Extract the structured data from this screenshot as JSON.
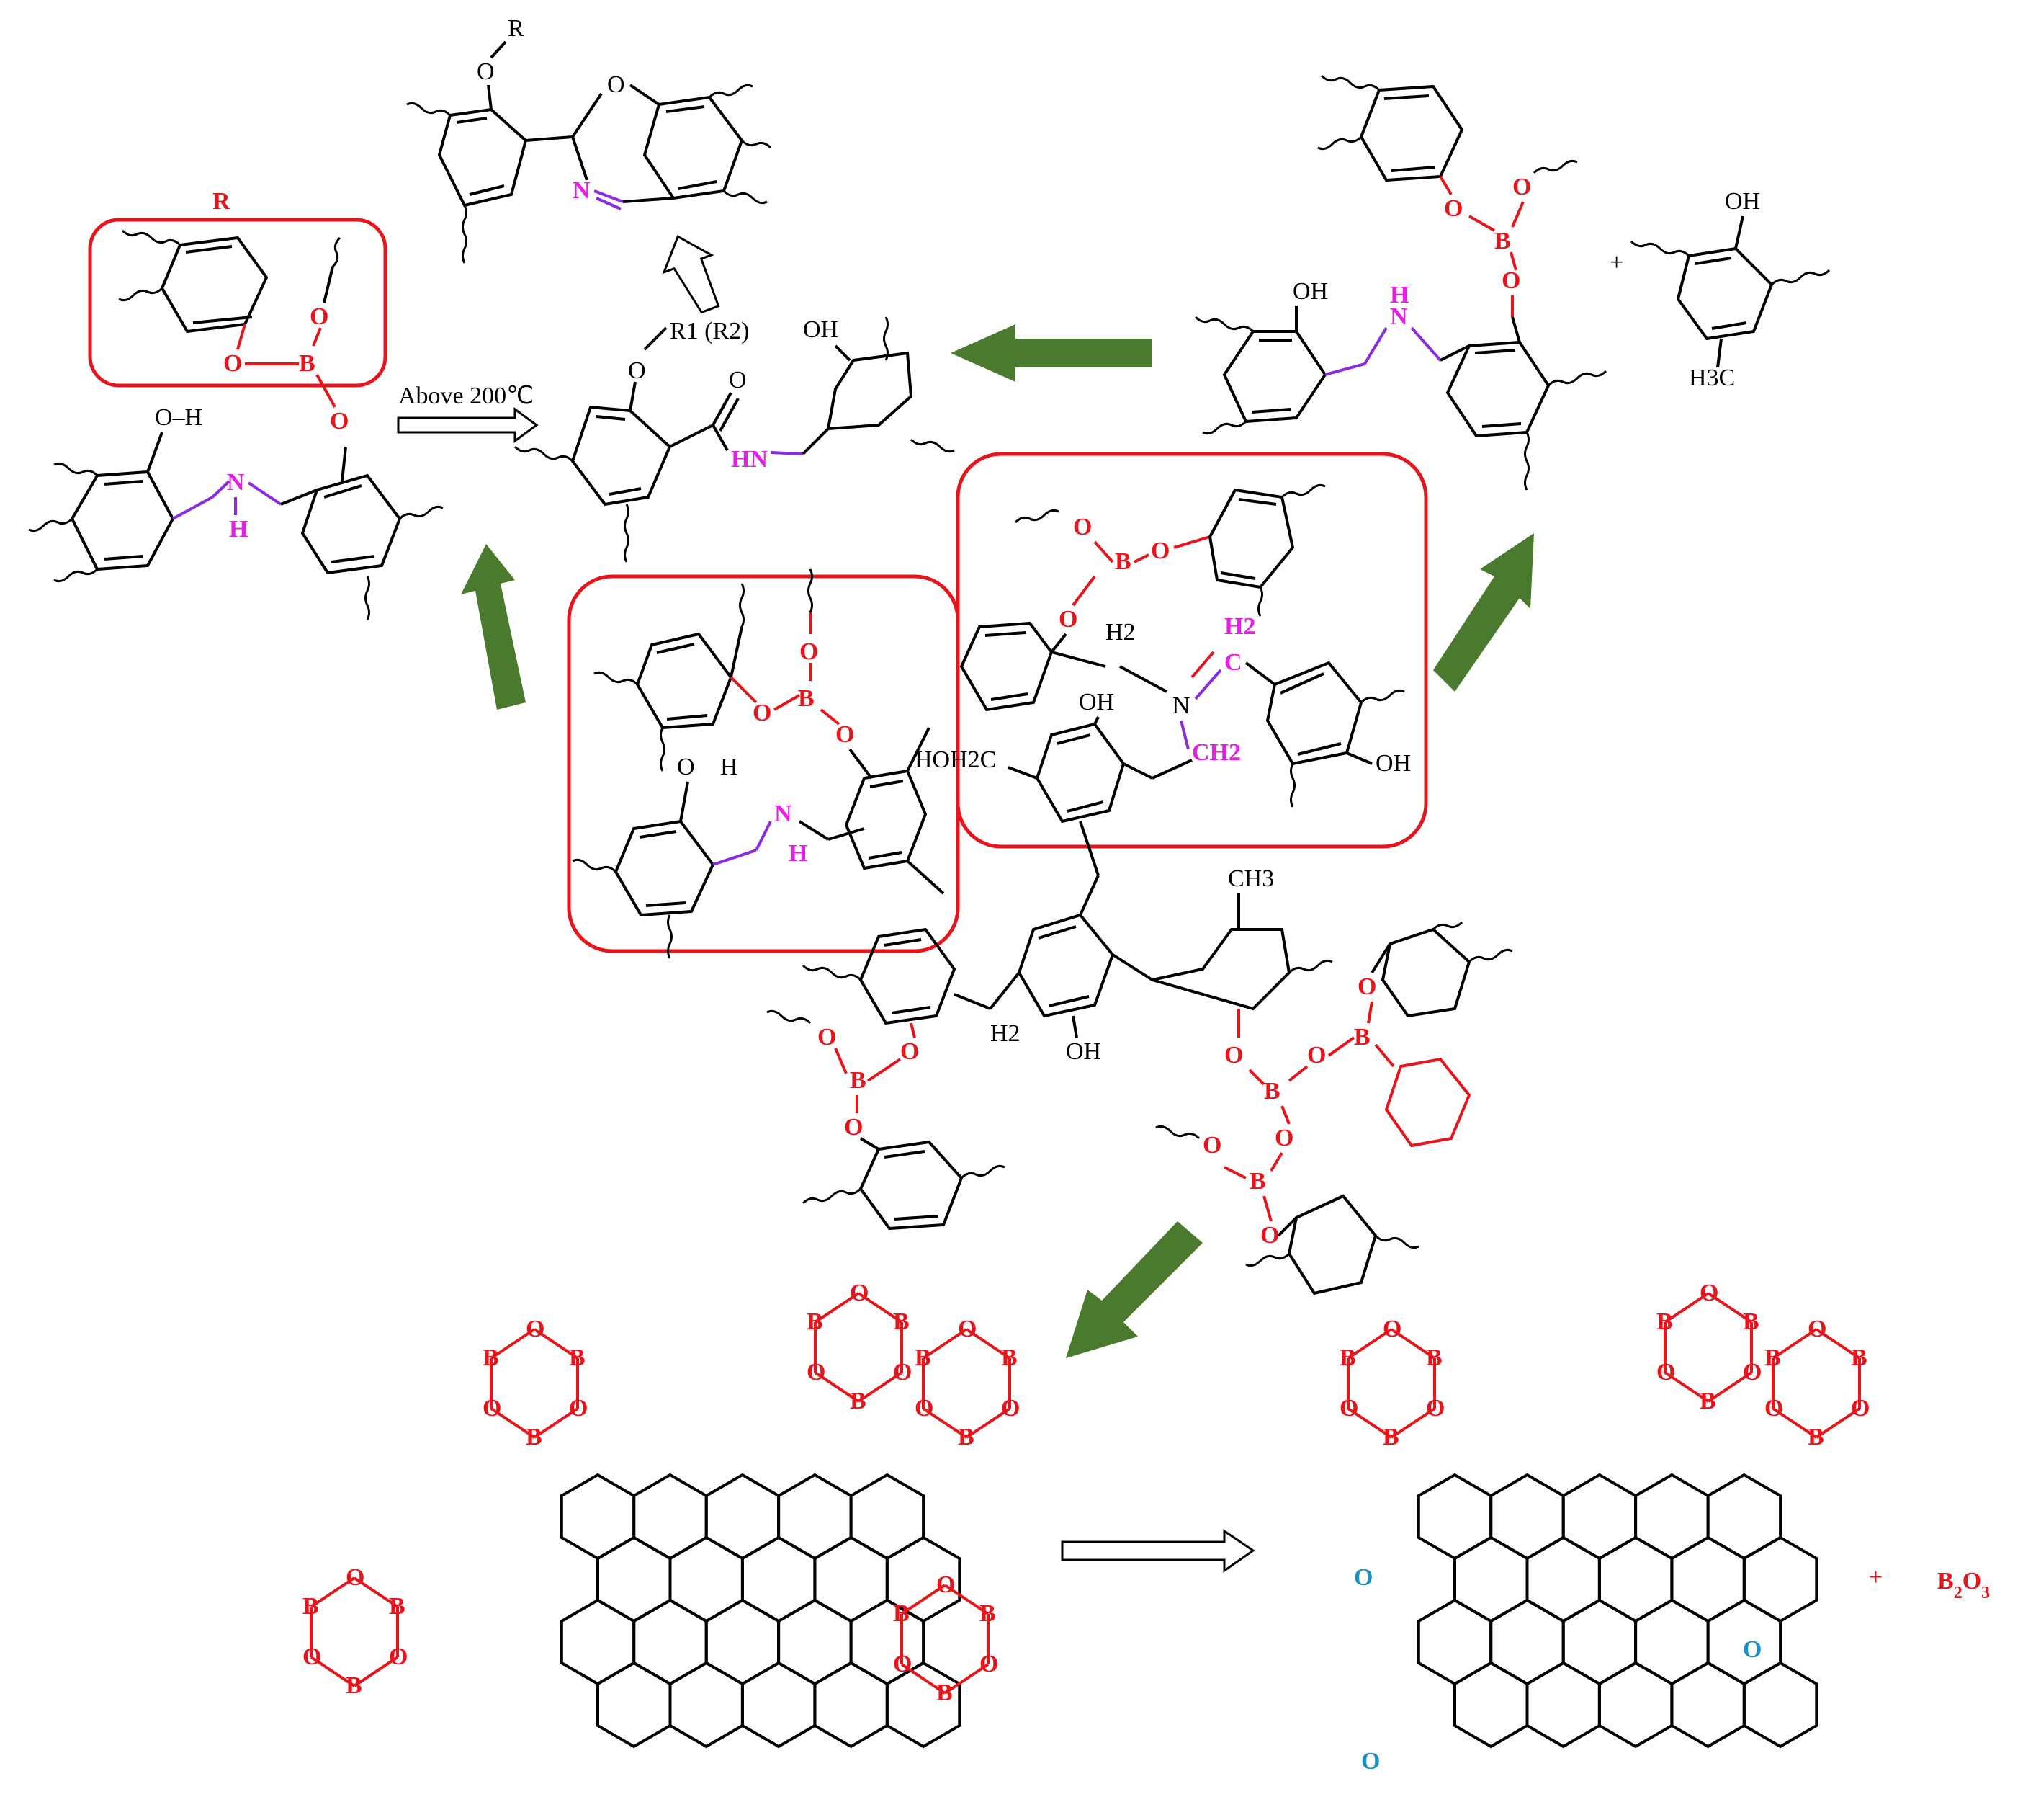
{
  "colors": {
    "black": "#000000",
    "red": "#e8141b",
    "magenta": "#e61ee6",
    "purple": "#8a2be2",
    "blue": "#1a8fc4",
    "green_arrow": "#4a7a2e"
  },
  "labels": {
    "box_label_R": "R",
    "above_200": "Above 200℃",
    "R": "R",
    "R1R2": "R1 (R2)",
    "O": "O",
    "N": "N",
    "B": "B",
    "H": "H",
    "OH": "OH",
    "O_H": "O–H",
    "HN": "HN",
    "NH": "N",
    "H2": "H2",
    "CH2": "CH2",
    "CH3": "CH3",
    "H3C": "H3C",
    "HOH2C": "HOH2C",
    "plus": "+",
    "B2O3": "B2O3"
  }
}
